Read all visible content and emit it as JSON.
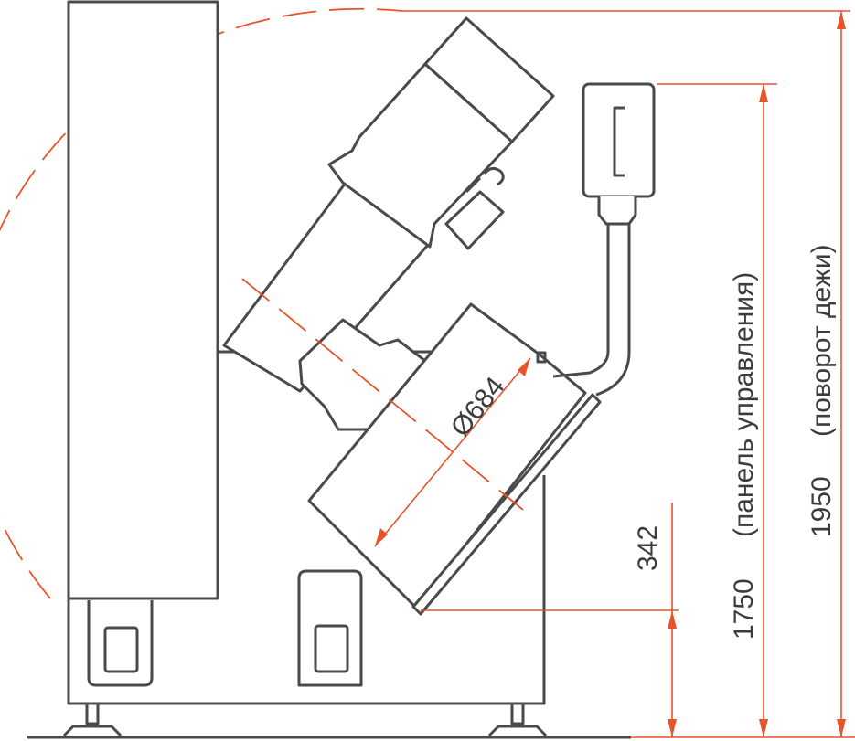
{
  "colors": {
    "drawing": "#4a4a4a",
    "dimension": "#e8542a"
  },
  "dimensions": {
    "bowl_diameter": "Ø684",
    "bowl_height": "342",
    "control_panel_height": "1750",
    "control_panel_label": "(панель управления)",
    "bowl_tilt_height": "1950",
    "bowl_tilt_label": "(поворот дежи)"
  }
}
